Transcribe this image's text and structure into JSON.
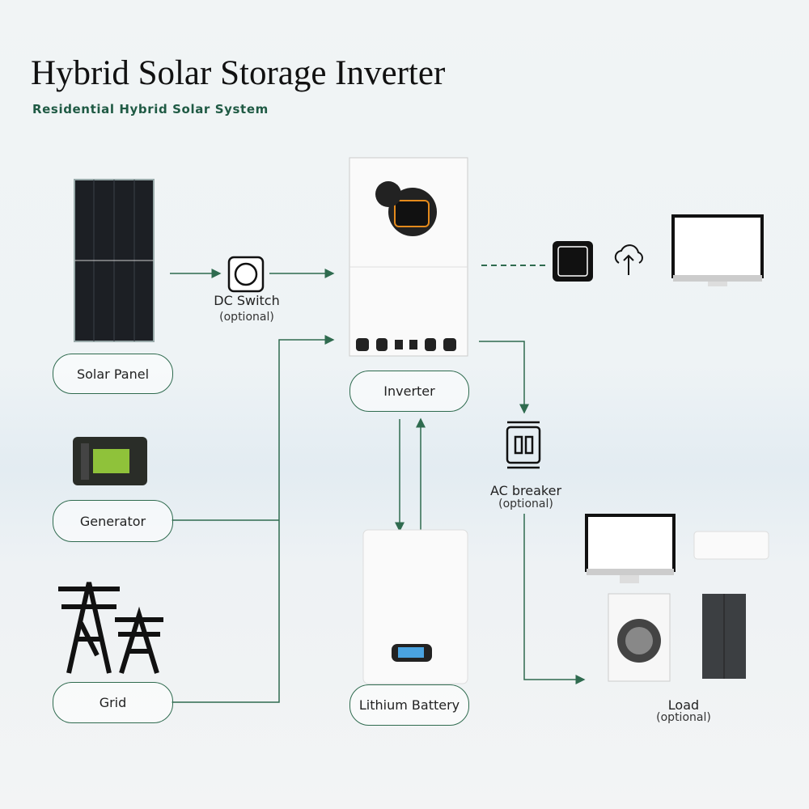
{
  "title": "Hybrid Solar Storage Inverter",
  "subtitle": "Residential Hybrid Solar System",
  "components": {
    "solar_panel": "Solar Panel",
    "dc_switch": "DC Switch",
    "dc_switch_note": "(optional)",
    "inverter": "Inverter",
    "generator": "Generator",
    "grid": "Grid",
    "battery": "Lithium Battery",
    "ac_breaker": "AC breaker",
    "ac_breaker_note": "(optional)",
    "load": "Load",
    "load_note": "(optional)"
  },
  "colors": {
    "line": "#2f6b4f",
    "subtitle": "#1f5a44"
  }
}
